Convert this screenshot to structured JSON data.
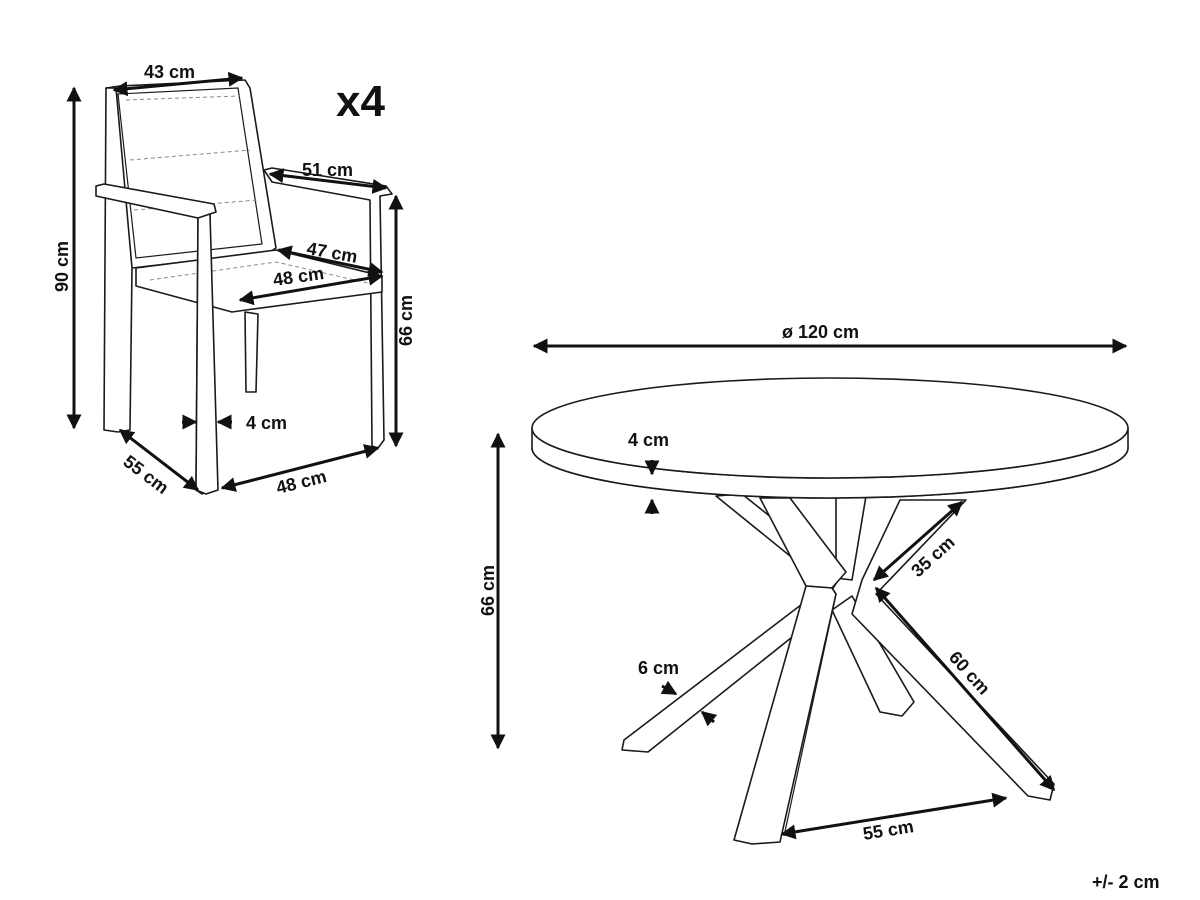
{
  "chair": {
    "quantity": "x4",
    "back_width": "43 cm",
    "height": "90 cm",
    "arm_depth": "51 cm",
    "seat_depth": "47 cm",
    "seat_width": "48 cm",
    "arm_height": "66 cm",
    "leg_thickness": "4 cm",
    "base_depth": "55 cm",
    "base_width": "48 cm"
  },
  "table": {
    "diameter": "ø 120 cm",
    "top_thickness": "4 cm",
    "height": "66 cm",
    "leg_span_upper": "35 cm",
    "leg_width": "6 cm",
    "leg_length": "60 cm",
    "foot_span": "55 cm"
  },
  "tolerance": "+/- 2 cm"
}
